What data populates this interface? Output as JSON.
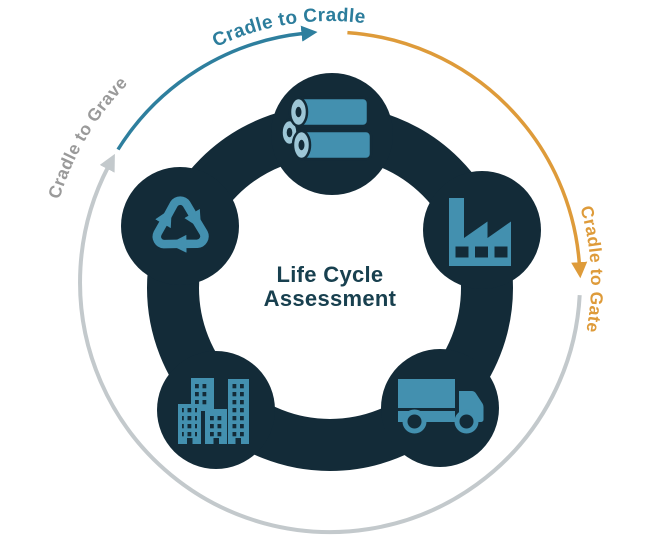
{
  "diagram": {
    "center_title": {
      "line1": "Life Cycle",
      "line2": "Assessment"
    },
    "arc_labels": {
      "cradle_to_cradle": "Cradle to Cradle",
      "cradle_to_grave": "Cradle to Grave",
      "cradle_to_gate": "Cradle to Gate"
    },
    "stages": [
      {
        "name": "raw-materials",
        "icon": "material-rolls-icon"
      },
      {
        "name": "manufacturing",
        "icon": "factory-icon"
      },
      {
        "name": "recycling",
        "icon": "recycle-icon"
      },
      {
        "name": "distribution",
        "icon": "truck-icon"
      },
      {
        "name": "use",
        "icon": "buildings-icon"
      }
    ],
    "colors": {
      "cradle_to_cradle_arc": "#2E7F9E",
      "cradle_to_gate_arc": "#DE9B3A",
      "cradle_to_grave_arc": "#C3C9CC",
      "cradle_to_grave_label": "#9A9A9A",
      "ring_and_nodes": "#132B38",
      "icons": "#4390AF",
      "icon_roll_face": "#9DC6D6",
      "center_title": "#18404F"
    }
  }
}
